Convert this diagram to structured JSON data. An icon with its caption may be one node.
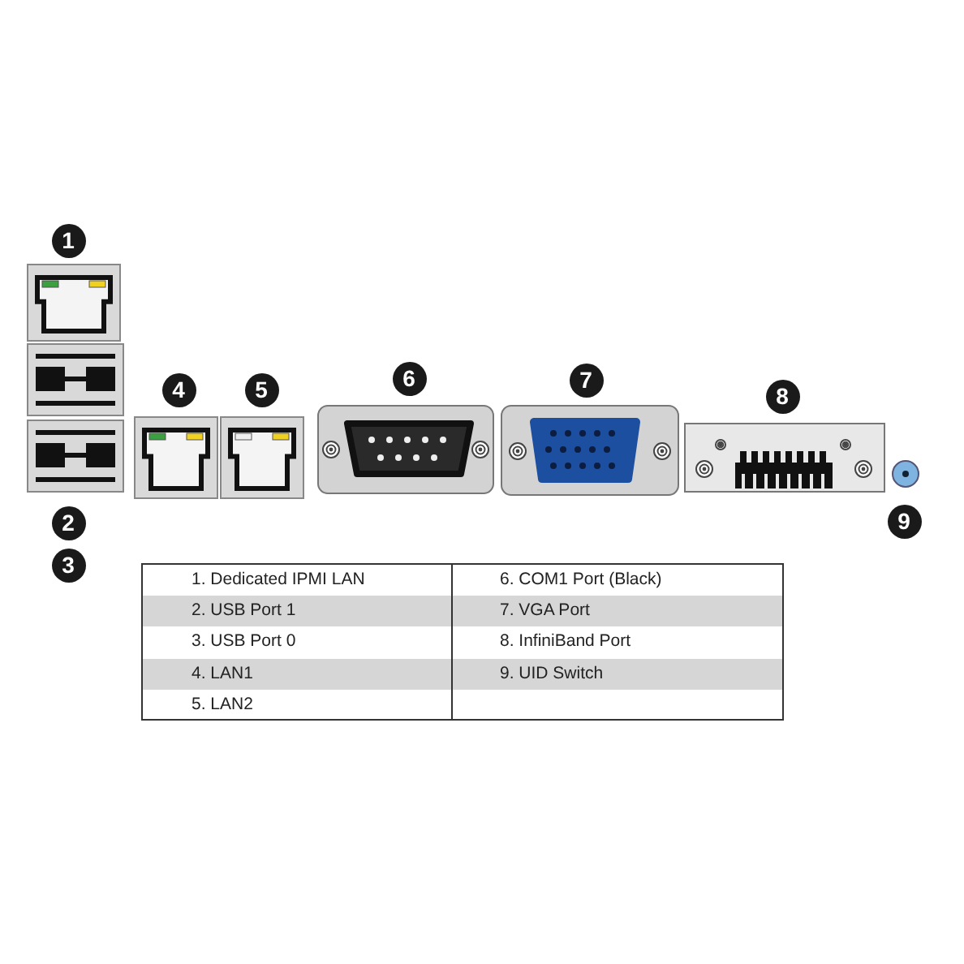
{
  "diagram": {
    "labels": [
      "1",
      "2",
      "3",
      "4",
      "5",
      "6",
      "7",
      "8",
      "9",
      "1. Dedicated IPMI LAN",
      "6. COM1 Port (Black)",
      "2. USB Port 1",
      "7. VGA Port",
      "3. USB Port 0",
      "8. InfiniBand Port",
      "4. LAN1",
      "9. UID Switch",
      "5. LAN2"
    ]
  }
}
